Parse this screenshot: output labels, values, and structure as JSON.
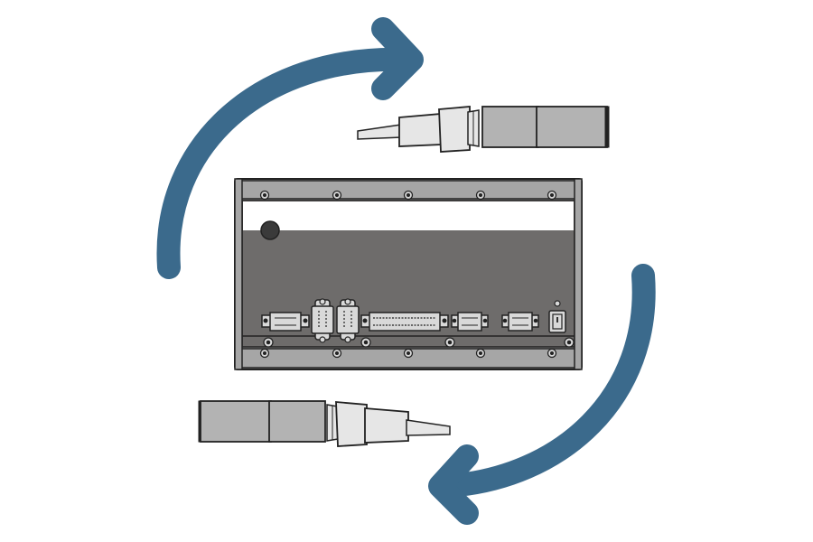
{
  "diagram": {
    "colors": {
      "background": "#ffffff",
      "arrow": "#3b6a8c",
      "outline": "#222222",
      "frame_gray": "#a6a6a6",
      "panel_dark": "#6e6c6b",
      "panel_light": "#ffffff",
      "connector_gray": "#d9d9d9",
      "tool_body": "#b3b3b3",
      "tool_tip": "#e6e6e6"
    },
    "arrows": [
      {
        "name": "rotation-arrow-top-left",
        "direction": "clockwise"
      },
      {
        "name": "rotation-arrow-bottom-right",
        "direction": "clockwise"
      }
    ],
    "tools": [
      {
        "name": "sensor-tool-top",
        "orientation": "tip-left"
      },
      {
        "name": "sensor-tool-bottom",
        "orientation": "tip-right"
      }
    ],
    "device": {
      "name": "controller-unit-rear-panel",
      "indicator": "status-indicator-dot",
      "connectors": [
        "serial-connector-1",
        "vga-connector-1",
        "vga-connector-2",
        "terminal-block-connector",
        "serial-connector-2",
        "serial-connector-3",
        "power-switch"
      ]
    }
  }
}
